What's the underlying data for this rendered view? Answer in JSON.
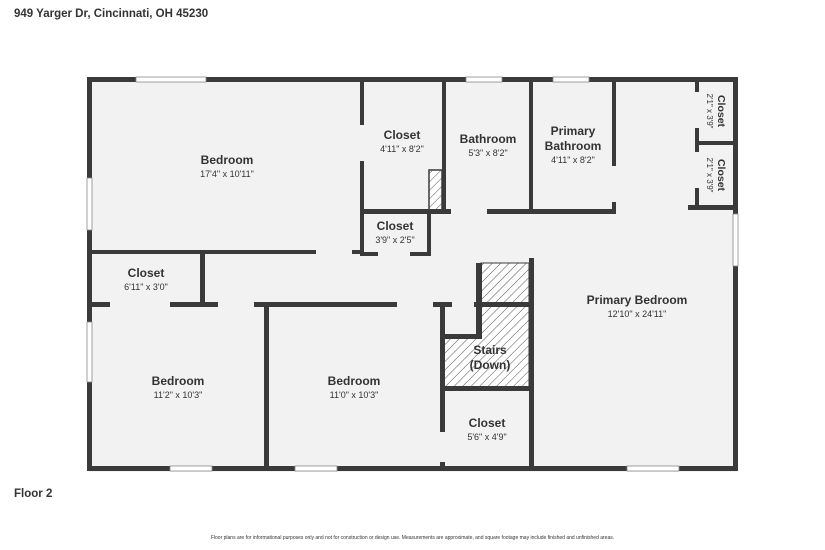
{
  "header": {
    "address": "949 Yarger Dr, Cincinnati, OH 45230"
  },
  "footer": {
    "floor_label": "Floor 2",
    "disclaimer": "Floor plans are for informational purposes only and not for construction or design use. Measurements are approximate, and square footage may include finished and unfinished areas."
  },
  "rooms": {
    "bedroom_top_left": {
      "name": "Bedroom",
      "dims": "17'4\" x 10'11\""
    },
    "closet_top": {
      "name": "Closet",
      "dims": "4'11\" x 8'2\""
    },
    "bathroom": {
      "name": "Bathroom",
      "dims": "5'3\" x 8'2\""
    },
    "primary_bathroom": {
      "name_line1": "Primary",
      "name_line2": "Bathroom",
      "dims": "4'11\" x 8'2\""
    },
    "closet_right_1": {
      "name": "Closet",
      "dims": "2'1\" x 3'9\""
    },
    "closet_right_2": {
      "name": "Closet",
      "dims": "2'1\" x 3'9\""
    },
    "closet_small": {
      "name": "Closet",
      "dims": "3'9\" x 2'5\""
    },
    "closet_left": {
      "name": "Closet",
      "dims": "6'11\" x 3'0\""
    },
    "primary_bedroom": {
      "name": "Primary Bedroom",
      "dims": "12'10\" x 24'11\""
    },
    "bedroom_bottom_left": {
      "name": "Bedroom",
      "dims": "11'2\" x 10'3\""
    },
    "bedroom_bottom_mid": {
      "name": "Bedroom",
      "dims": "11'0\" x 10'3\""
    },
    "stairs": {
      "name_line1": "Stairs",
      "name_line2": "(Down)"
    },
    "closet_bottom": {
      "name": "Closet",
      "dims": "5'6\" x 4'9\""
    }
  }
}
